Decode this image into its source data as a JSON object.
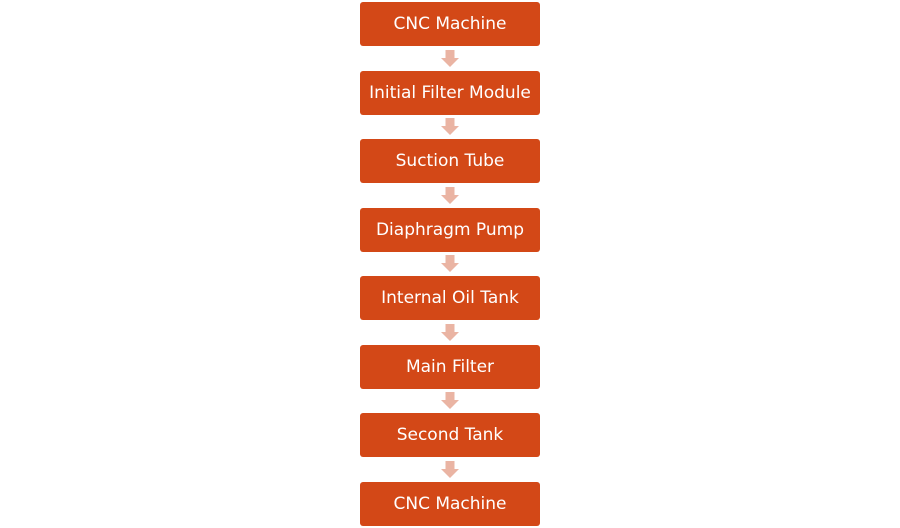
{
  "flowchart": {
    "steps": [
      "CNC Machine",
      "Initial Filter Module",
      "Suction Tube",
      "Diaphragm Pump",
      "Internal Oil Tank",
      "Main Filter",
      "Second Tank",
      "CNC Machine"
    ],
    "colors": {
      "box_fill": "#d34817",
      "box_text": "#ffffff",
      "arrow_fill": "#eab4a3"
    }
  }
}
